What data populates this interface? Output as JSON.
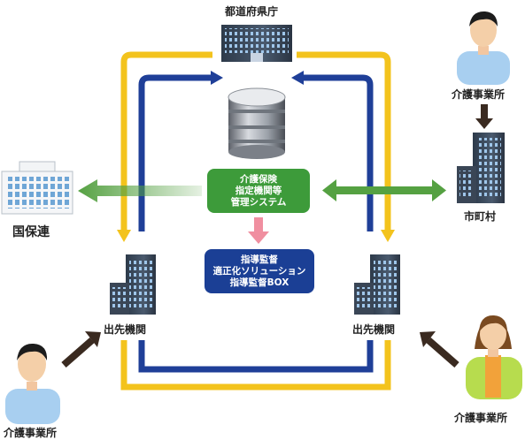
{
  "labels": {
    "prefecture": "都道府県庁",
    "office_top_right": "介護事業所",
    "kokuhoren": "国保連",
    "municipality": "市町村",
    "branch_left": "出先機関",
    "branch_right": "出先機関",
    "office_bottom_left": "介護事業所",
    "office_bottom_right": "介護事業所"
  },
  "system_box": {
    "lines": [
      "介護保険",
      "指定機関等",
      "管理システム"
    ]
  },
  "guidance_box": {
    "lines": [
      "指導監督",
      "適正化ソリューション",
      "指導監督BOX"
    ]
  },
  "colors": {
    "yellow": "#f3c31d",
    "blue": "#1f3f98",
    "green_box": "#3d9b3a",
    "navy_box": "#1b3f95",
    "green_arrow": "#55a142",
    "pink_arrow": "#f08fa0",
    "dark_arrow": "#3a2a20"
  }
}
